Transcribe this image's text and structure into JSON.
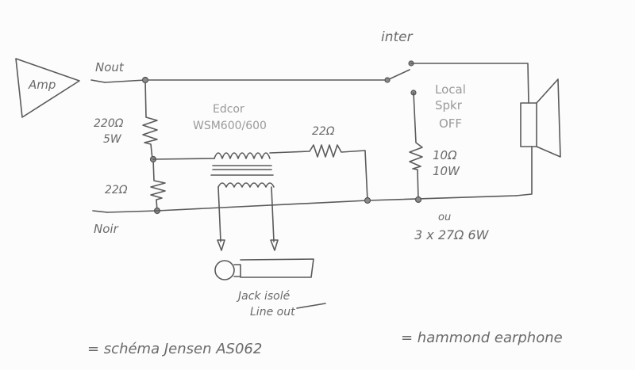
{
  "labels": {
    "amp": "Amp",
    "hot": "Nout",
    "ground": "Noir",
    "r1": "220Ω",
    "r1_power": "5W",
    "r2": "22Ω",
    "transformer_brand": "Edcor",
    "transformer_model": "WSM600/600",
    "r3": "22Ω",
    "switch": "inter",
    "local_1": "Local",
    "local_2": "Spkr",
    "local_3": "OFF",
    "r4": "10Ω",
    "r4_power": "10W",
    "alt_1": "ou",
    "alt_2": "3 x 27Ω 6W",
    "jack_1": "Jack isolé",
    "jack_2": "Line out",
    "note_left": "= schéma Jensen AS062",
    "note_right": "= hammond earphone"
  },
  "colors": {
    "pencil": "#5a5a5a",
    "paper": "#fcfcfc"
  }
}
